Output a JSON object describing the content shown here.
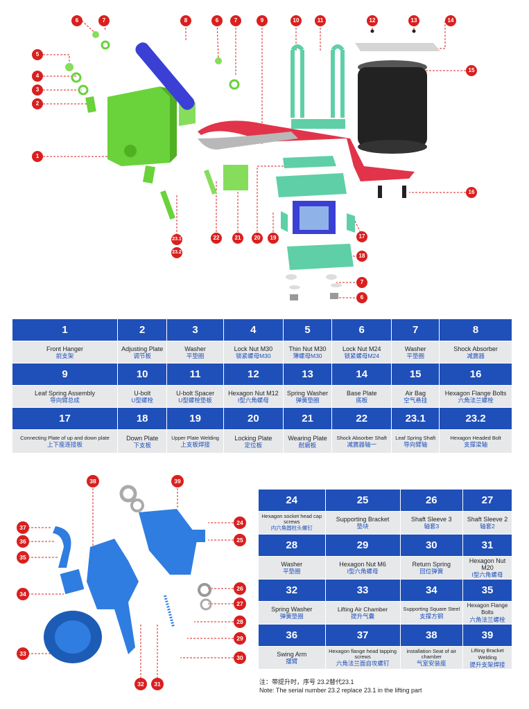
{
  "top_callouts": [
    {
      "id": "c6a",
      "label": "6"
    },
    {
      "id": "c7a",
      "label": "7"
    },
    {
      "id": "c8",
      "label": "8"
    },
    {
      "id": "c6b",
      "label": "6"
    },
    {
      "id": "c7b",
      "label": "7"
    },
    {
      "id": "c9",
      "label": "9"
    },
    {
      "id": "c10",
      "label": "10"
    },
    {
      "id": "c11",
      "label": "11"
    },
    {
      "id": "c12",
      "label": "12"
    },
    {
      "id": "c13",
      "label": "13"
    },
    {
      "id": "c14",
      "label": "14"
    },
    {
      "id": "c15",
      "label": "15"
    },
    {
      "id": "c5",
      "label": "5"
    },
    {
      "id": "c4",
      "label": "4"
    },
    {
      "id": "c3",
      "label": "3"
    },
    {
      "id": "c2",
      "label": "2"
    },
    {
      "id": "c1",
      "label": "1"
    },
    {
      "id": "c16",
      "label": "16"
    },
    {
      "id": "c23_1",
      "label": "23.1"
    },
    {
      "id": "c23_2",
      "label": "23.2"
    },
    {
      "id": "c22",
      "label": "22"
    },
    {
      "id": "c21",
      "label": "21"
    },
    {
      "id": "c20",
      "label": "20"
    },
    {
      "id": "c19",
      "label": "19"
    },
    {
      "id": "c17",
      "label": "17"
    },
    {
      "id": "c18",
      "label": "18"
    },
    {
      "id": "c7c",
      "label": "7"
    },
    {
      "id": "c6c",
      "label": "6"
    }
  ],
  "bottom_callouts": [
    {
      "label": "38"
    },
    {
      "label": "39"
    },
    {
      "label": "37"
    },
    {
      "label": "36"
    },
    {
      "label": "35"
    },
    {
      "label": "34"
    },
    {
      "label": "33"
    },
    {
      "label": "24"
    },
    {
      "label": "25"
    },
    {
      "label": "26"
    },
    {
      "label": "27"
    },
    {
      "label": "28"
    },
    {
      "label": "29"
    },
    {
      "label": "30"
    },
    {
      "label": "32"
    },
    {
      "label": "31"
    }
  ],
  "table1": {
    "rows": [
      [
        {
          "num": "1",
          "en": "Front Hanger",
          "zh": "前支架"
        },
        {
          "num": "2",
          "en": "Adjusting Plate",
          "zh": "调节板"
        },
        {
          "num": "3",
          "en": "Washer",
          "zh": "平垫圈"
        },
        {
          "num": "4",
          "en": "Lock Nut M30",
          "zh": "锁紧螺母M30"
        },
        {
          "num": "5",
          "en": "Thin Nut M30",
          "zh": "薄螺母M30"
        },
        {
          "num": "6",
          "en": "Lock Nut M24",
          "zh": "锁紧螺母M24"
        },
        {
          "num": "7",
          "en": "Washer",
          "zh": "平垫圈"
        },
        {
          "num": "8",
          "en": "Shock Absorber",
          "zh": "减震器"
        }
      ],
      [
        {
          "num": "9",
          "en": "Leaf Spring Assembly",
          "zh": "导向臂总成"
        },
        {
          "num": "10",
          "en": "U-bolt",
          "zh": "U型螺栓"
        },
        {
          "num": "11",
          "en": "U-bolt Spacer",
          "zh": "U型螺栓垫板"
        },
        {
          "num": "12",
          "en": "Hexagon Nut M12",
          "zh": "I型六角螺母"
        },
        {
          "num": "13",
          "en": "Spring Washer",
          "zh": "弹簧垫圈"
        },
        {
          "num": "14",
          "en": "Base Plate",
          "zh": "底板"
        },
        {
          "num": "15",
          "en": "Air Bag",
          "zh": "空气悬挂"
        },
        {
          "num": "16",
          "en": "Hexagon Flange Bolts",
          "zh": "六角法兰螺栓"
        }
      ],
      [
        {
          "num": "17",
          "en": "Connecting Plate of up and down plate",
          "zh": "上下座连接板"
        },
        {
          "num": "18",
          "en": "Down Plate",
          "zh": "下支板"
        },
        {
          "num": "19",
          "en": "Upper Plate Welding",
          "zh": "上支板焊接"
        },
        {
          "num": "20",
          "en": "Locking Plate",
          "zh": "定位板"
        },
        {
          "num": "21",
          "en": "Wearing Plate",
          "zh": "耐磨板"
        },
        {
          "num": "22",
          "en": "Shock Absorber Shaft",
          "zh": "减震器轴一"
        },
        {
          "num": "23.1",
          "en": "Leaf Spring Shaft",
          "zh": "导向臂轴"
        },
        {
          "num": "23.2",
          "en": "Hexagon Headed Bolt",
          "zh": "支撑梁轴"
        }
      ]
    ]
  },
  "table2": {
    "rows": [
      [
        {
          "num": "24",
          "en": "Hexagon socket head cap screws",
          "zh": "内六角圆柱头螺钉"
        },
        {
          "num": "25",
          "en": "Supporting Bracket",
          "zh": "垫块"
        },
        {
          "num": "26",
          "en": "Shaft Sleeve 3",
          "zh": "轴套3"
        },
        {
          "num": "27",
          "en": "Shaft  Sleeve 2",
          "zh": "轴套2"
        }
      ],
      [
        {
          "num": "28",
          "en": "Washer",
          "zh": "平垫圈"
        },
        {
          "num": "29",
          "en": "Hexagon Nut M6",
          "zh": "I型六角螺母"
        },
        {
          "num": "30",
          "en": "Return Spring",
          "zh": "回位弹簧"
        },
        {
          "num": "31",
          "en": "Hexagon Nut M20",
          "zh": "I型六角螺母"
        }
      ],
      [
        {
          "num": "32",
          "en": "Spring Washer",
          "zh": "弹簧垫圈"
        },
        {
          "num": "33",
          "en": "Lifting Air Chamber",
          "zh": "提升气囊"
        },
        {
          "num": "34",
          "en": "Supporting Square Steel",
          "zh": "支撑方钢"
        },
        {
          "num": "35",
          "en": "Hexagon Flange Bolts",
          "zh": "六角法兰螺栓"
        }
      ],
      [
        {
          "num": "36",
          "en": "Swing Arm",
          "zh": "摆臂"
        },
        {
          "num": "37",
          "en": "Hexagon flange head tapping screws",
          "zh": "六角法兰面自攻螺钉"
        },
        {
          "num": "38",
          "en": "installation Seat of air chamber",
          "zh": "气室安装座"
        },
        {
          "num": "39",
          "en": "Lifting Bracket Welding",
          "zh": "提升支架焊接"
        }
      ]
    ]
  },
  "note": {
    "zh": "注：带提升时，序号 23.2替代23.1",
    "en": "Note: The serial number 23.2 replace 23.1 in the lifting part"
  }
}
